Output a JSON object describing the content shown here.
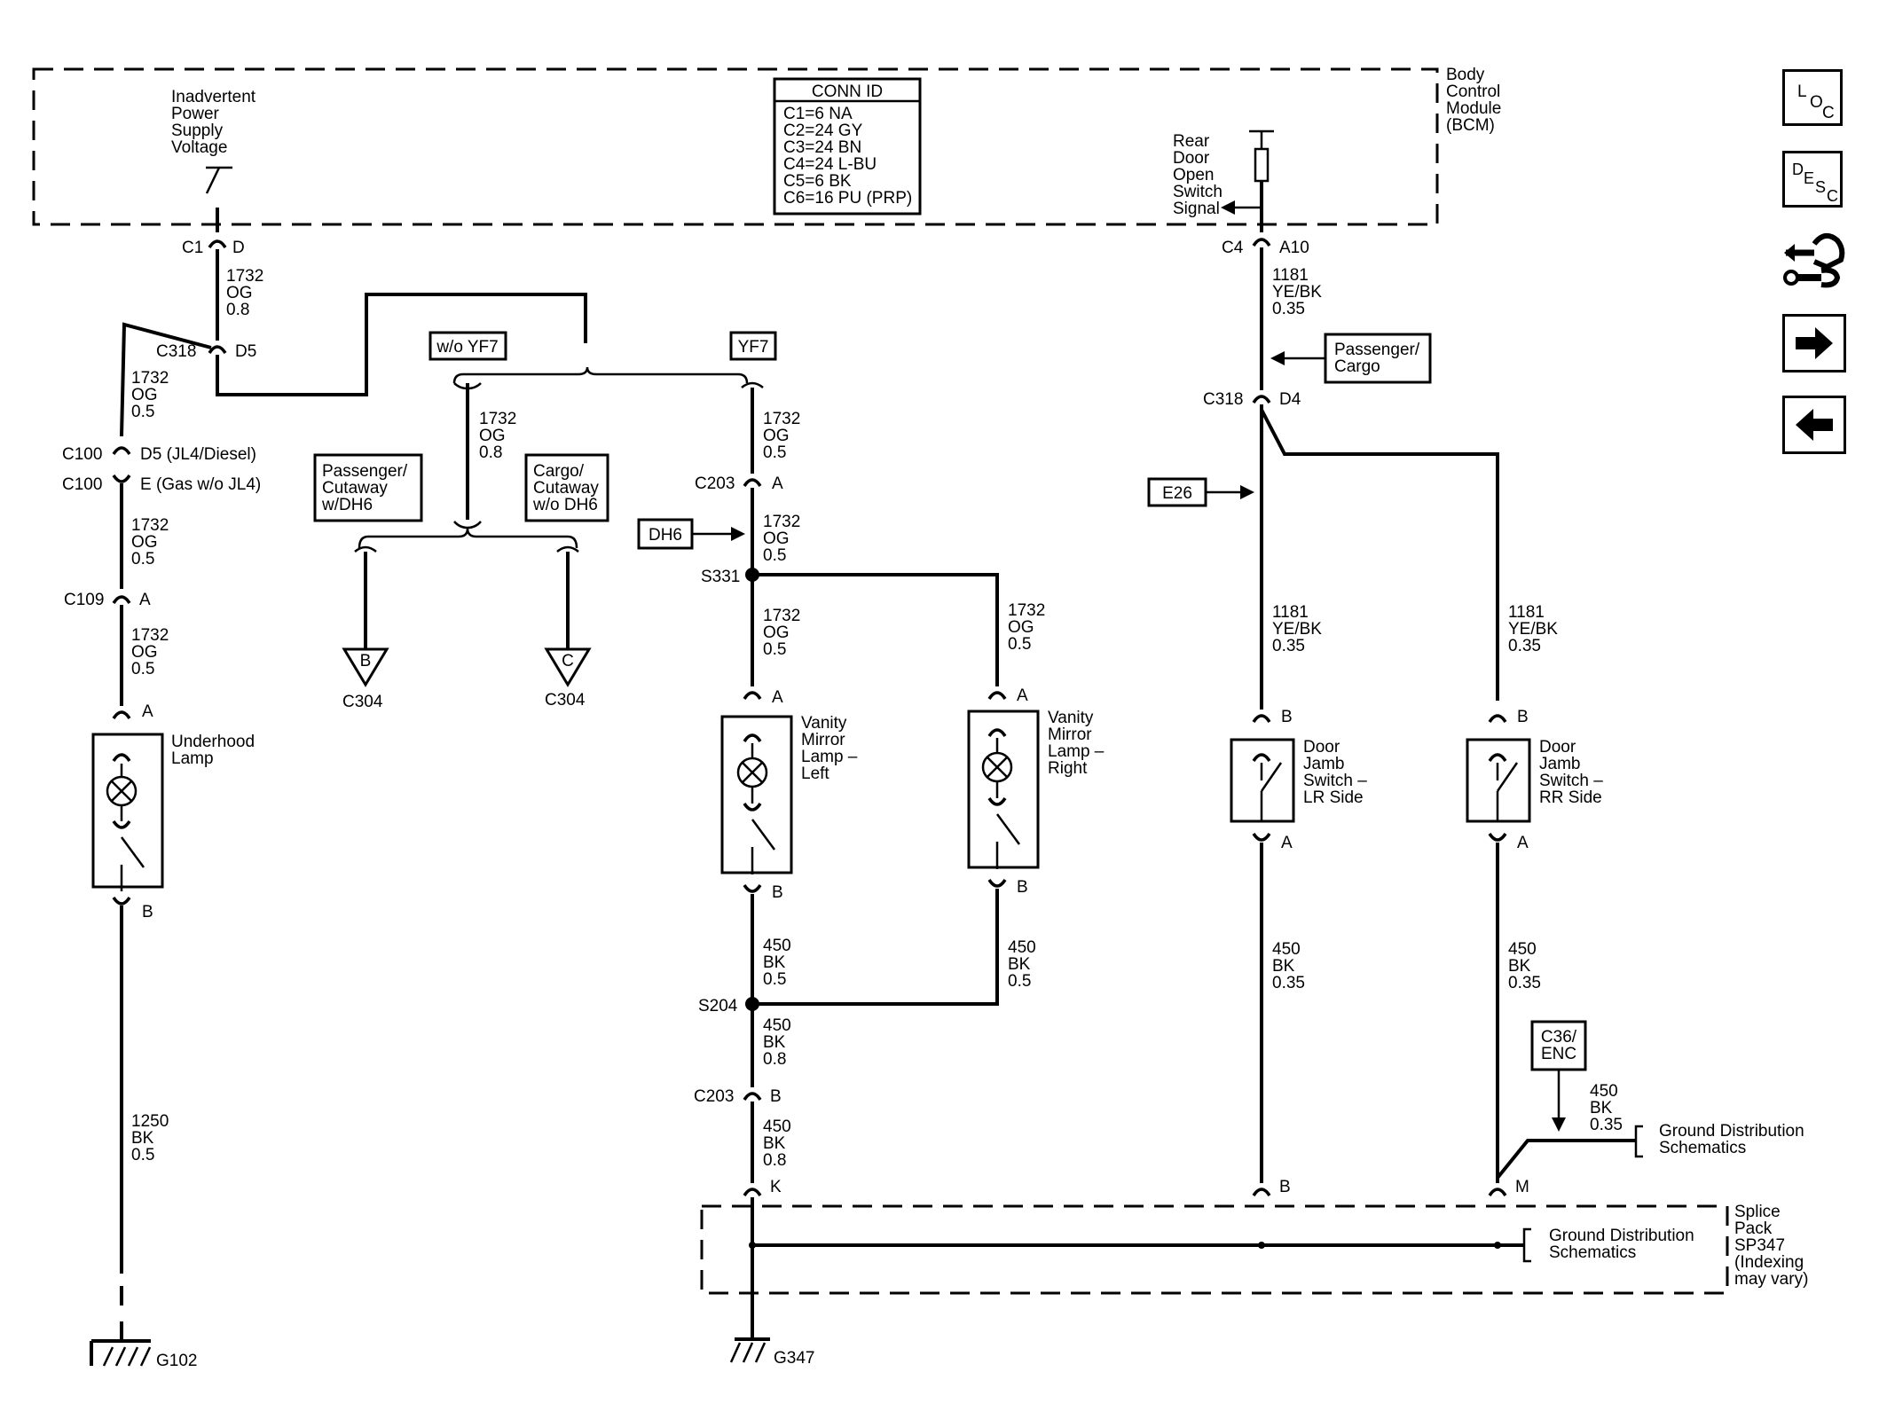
{
  "module": {
    "title_lines": [
      "Body",
      "Control",
      "Module",
      "(BCM)"
    ],
    "inadvertent_lines": [
      "Inadvertent",
      "Power",
      "Supply",
      "Voltage"
    ],
    "rear_door_lines": [
      "Rear",
      "Door",
      "Open",
      "Switch",
      "Signal"
    ]
  },
  "conn_id": {
    "title": "CONN ID",
    "rows": [
      "C1=6 NA",
      "C2=24 GY",
      "C3=24 BN",
      "C4=24 L-BU",
      "C5=6 BK",
      "C6=16 PU (PRP)"
    ]
  },
  "nav": {
    "loc": [
      "L",
      "O",
      "C"
    ],
    "desc": [
      "D",
      "E",
      "S",
      "C"
    ],
    "service_icon": "wrench-hand-icon",
    "next_icon": "arrow-right-icon",
    "prev_icon": "arrow-left-icon"
  },
  "labels": {
    "c1": "C1",
    "d": "D",
    "c318": "C318",
    "d5": "D5",
    "c100a": "C100",
    "c100b": "C100",
    "d5_note": "D5 (JL4/Diesel)",
    "e_note": "E (Gas w/o JL4)",
    "c109": "C109",
    "a_c109": "A",
    "a_lamp": "A",
    "b_lamp": "B",
    "underhood_lines": [
      "Underhood",
      "Lamp"
    ],
    "g102": "G102",
    "w1_a": [
      "1732",
      "OG",
      "0.8"
    ],
    "w1_b": [
      "1732",
      "OG",
      "0.5"
    ],
    "w1_c": [
      "1732",
      "OG",
      "0.5"
    ],
    "w1_d": [
      "1732",
      "OG",
      "0.5"
    ],
    "w_1250": [
      "1250",
      "BK",
      "0.5"
    ],
    "wo_yf7": "w/o YF7",
    "yf7": "YF7",
    "w_mid": [
      "1732",
      "OG",
      "0.8"
    ],
    "pass_cut_lines": [
      "Passenger/",
      "Cutaway",
      "w/DH6"
    ],
    "cargo_cut_lines": [
      "Cargo/",
      "Cutaway",
      "w/o DH6"
    ],
    "b_tri": "B",
    "c_tri": "C",
    "c304a": "C304",
    "c304b": "C304",
    "w_yf7_1": [
      "1732",
      "OG",
      "0.5"
    ],
    "c203a": "C203",
    "a_c203": "A",
    "dh6": "DH6",
    "w_yf7_2": [
      "1732",
      "OG",
      "0.5"
    ],
    "s331": "S331",
    "w_yf7_3": [
      "1732",
      "OG",
      "0.5"
    ],
    "w_yf7_4": [
      "1732",
      "OG",
      "0.5"
    ],
    "a_vl": "A",
    "a_vr": "A",
    "vanity_left_lines": [
      "Vanity",
      "Mirror",
      "Lamp –",
      "Left"
    ],
    "vanity_right_lines": [
      "Vanity",
      "Mirror",
      "Lamp –",
      "Right"
    ],
    "b_vl": "B",
    "b_vr": "B",
    "w_450_l": [
      "450",
      "BK",
      "0.5"
    ],
    "w_450_r": [
      "450",
      "BK",
      "0.5"
    ],
    "s204": "S204",
    "w_450_2": [
      "450",
      "BK",
      "0.8"
    ],
    "c203b": "C203",
    "b_c203": "B",
    "w_450_3": [
      "450",
      "BK",
      "0.8"
    ],
    "k": "K",
    "g347": "G347",
    "c4": "C4",
    "a10": "A10",
    "w_1181_1": [
      "1181",
      "YE/BK",
      "0.35"
    ],
    "pass_cargo_lines": [
      "Passenger/",
      "Cargo"
    ],
    "c318b": "C318",
    "d4": "D4",
    "e26": "E26",
    "w_1181_2": [
      "1181",
      "YE/BK",
      "0.35"
    ],
    "w_1181_3": [
      "1181",
      "YE/BK",
      "0.35"
    ],
    "b_lr": "B",
    "b_rr": "B",
    "a_lr": "A",
    "a_rr": "A",
    "door_lr_lines": [
      "Door",
      "Jamb",
      "Switch –",
      "LR Side"
    ],
    "door_rr_lines": [
      "Door",
      "Jamb",
      "Switch –",
      "RR Side"
    ],
    "w_450_lr": [
      "450",
      "BK",
      "0.35"
    ],
    "w_450_rr": [
      "450",
      "BK",
      "0.35"
    ],
    "c36_lines": [
      "C36/",
      "ENC"
    ],
    "w_450_enc": [
      "450",
      "BK",
      "0.35"
    ],
    "gds_1_lines": [
      "Ground Distribution",
      "Schematics"
    ],
    "gds_2_lines": [
      "Ground Distribution",
      "Schematics"
    ],
    "b_sp": "B",
    "m_sp": "M",
    "splice_lines": [
      "Splice",
      "Pack",
      "SP347",
      "(Indexing",
      "may vary)"
    ]
  }
}
